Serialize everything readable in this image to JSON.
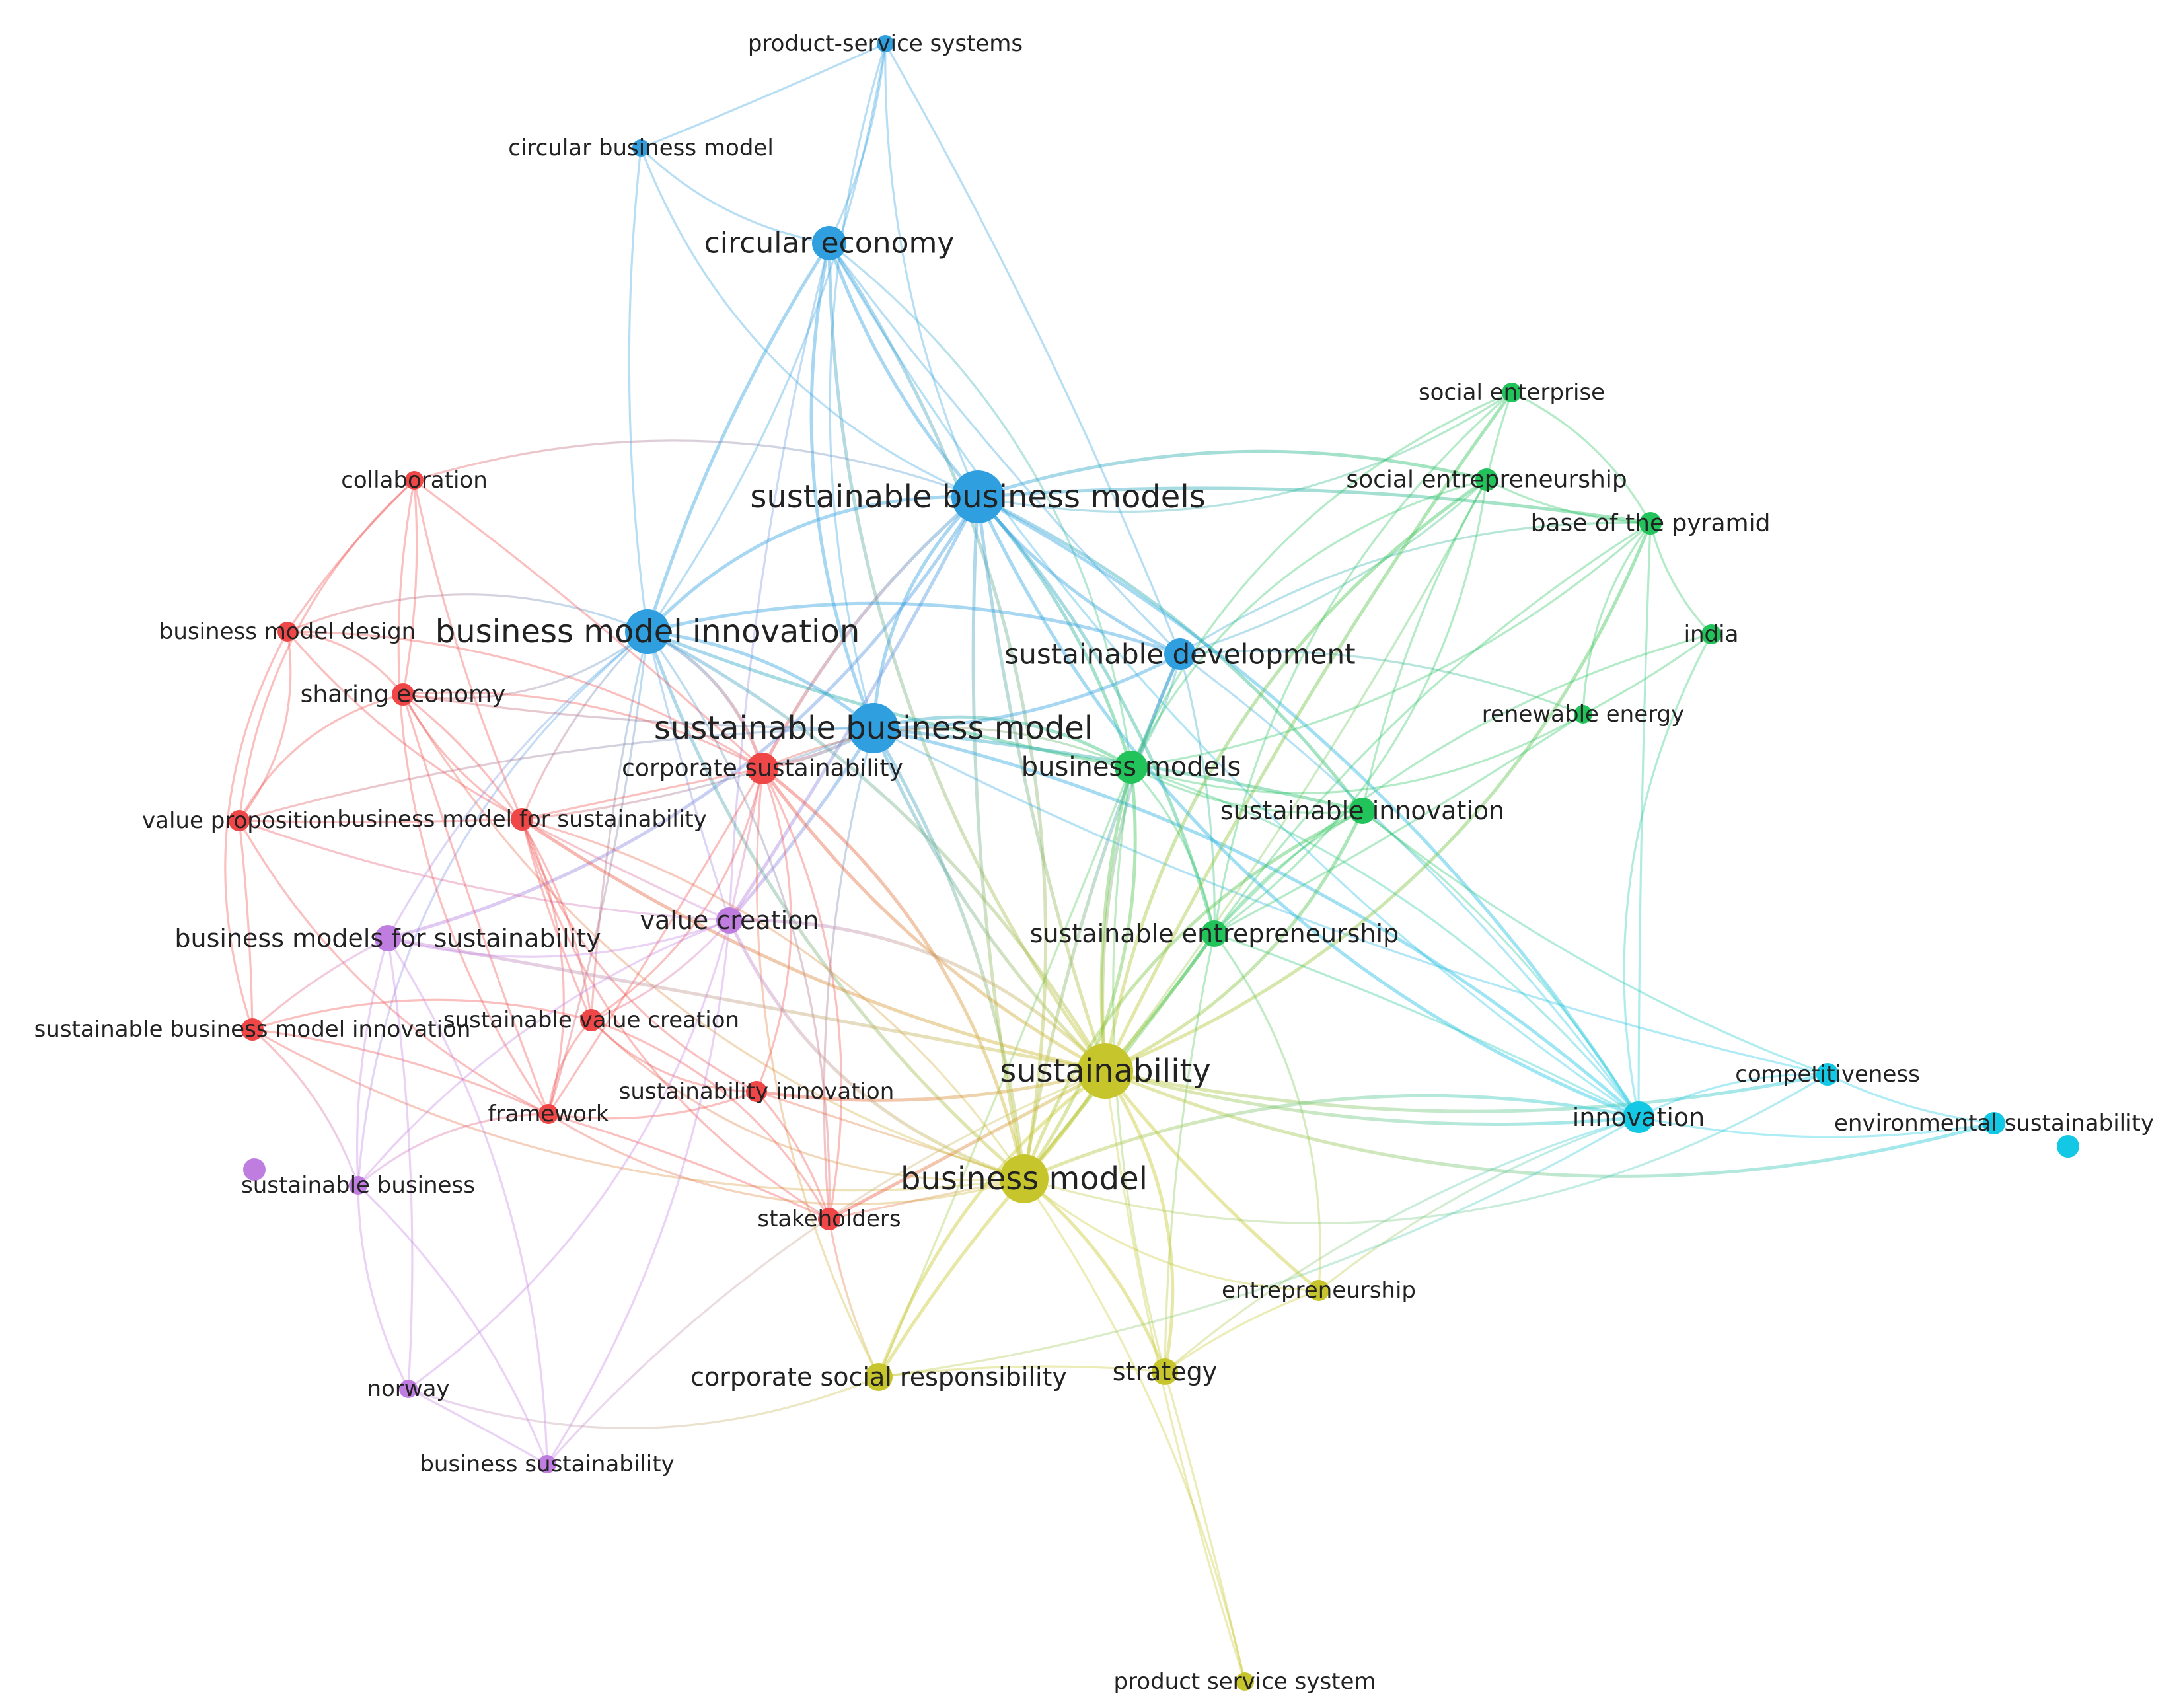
{
  "clusters": {
    "red": "#ef4747",
    "blue": "#2f9fe0",
    "green": "#22c35b",
    "yellow": "#c6c62c",
    "purple": "#c07de0",
    "cyan": "#12c8e4"
  },
  "nodes": [
    {
      "id": "product-service-systems",
      "label": "product-service systems",
      "cluster": "blue"
    },
    {
      "id": "circular-business-model",
      "label": "circular business model",
      "cluster": "blue"
    },
    {
      "id": "circular-economy",
      "label": "circular economy",
      "cluster": "blue"
    },
    {
      "id": "sustainable-business-models",
      "label": "sustainable business models",
      "cluster": "blue"
    },
    {
      "id": "business-model-innovation",
      "label": "business model innovation",
      "cluster": "blue"
    },
    {
      "id": "sustainable-development",
      "label": "sustainable development",
      "cluster": "blue"
    },
    {
      "id": "sustainable-business-model",
      "label": "sustainable business model",
      "cluster": "blue"
    },
    {
      "id": "social-enterprise",
      "label": "social enterprise",
      "cluster": "green"
    },
    {
      "id": "social-entrepreneurship",
      "label": "social entrepreneurship",
      "cluster": "green"
    },
    {
      "id": "base-of-the-pyramid",
      "label": "base of the pyramid",
      "cluster": "green"
    },
    {
      "id": "india",
      "label": "india",
      "cluster": "green"
    },
    {
      "id": "renewable-energy",
      "label": "renewable energy",
      "cluster": "green"
    },
    {
      "id": "business-models",
      "label": "business models",
      "cluster": "green"
    },
    {
      "id": "sustainable-innovation",
      "label": "sustainable innovation",
      "cluster": "green"
    },
    {
      "id": "sustainable-entrepreneurship",
      "label": "sustainable entrepreneurship",
      "cluster": "green"
    },
    {
      "id": "collaboration",
      "label": "collaboration",
      "cluster": "red"
    },
    {
      "id": "business-model-design",
      "label": "business model design",
      "cluster": "red"
    },
    {
      "id": "sharing-economy",
      "label": "sharing economy",
      "cluster": "red"
    },
    {
      "id": "corporate-sustainability",
      "label": "corporate sustainability",
      "cluster": "red"
    },
    {
      "id": "value-proposition",
      "label": "value proposition",
      "cluster": "red"
    },
    {
      "id": "business-model-for-sustainability",
      "label": "business model for sustainability",
      "cluster": "red"
    },
    {
      "id": "sustainable-business-model-innovation",
      "label": "sustainable business model innovation",
      "cluster": "red"
    },
    {
      "id": "sustainable-value-creation",
      "label": "sustainable value creation",
      "cluster": "red"
    },
    {
      "id": "framework",
      "label": "framework",
      "cluster": "red"
    },
    {
      "id": "sustainability-innovation",
      "label": "sustainability innovation",
      "cluster": "red"
    },
    {
      "id": "stakeholders",
      "label": "stakeholders",
      "cluster": "red"
    },
    {
      "id": "business-models-for-sustainability",
      "label": "business models for sustainability",
      "cluster": "purple"
    },
    {
      "id": "value-creation",
      "label": "value creation",
      "cluster": "purple"
    },
    {
      "id": "sustainable-business",
      "label": "sustainable business",
      "cluster": "purple"
    },
    {
      "id": "norway",
      "label": "norway",
      "cluster": "purple"
    },
    {
      "id": "business-sustainability",
      "label": "business sustainability",
      "cluster": "purple"
    },
    {
      "id": "sustainability",
      "label": "sustainability",
      "cluster": "yellow"
    },
    {
      "id": "business-model",
      "label": "business model",
      "cluster": "yellow"
    },
    {
      "id": "entrepreneurship",
      "label": "entrepreneurship",
      "cluster": "yellow"
    },
    {
      "id": "corporate-social-responsibility",
      "label": "corporate social responsibility",
      "cluster": "yellow"
    },
    {
      "id": "strategy",
      "label": "strategy",
      "cluster": "yellow"
    },
    {
      "id": "product-service-system",
      "label": "product service system",
      "cluster": "yellow"
    },
    {
      "id": "competitiveness",
      "label": "competitiveness",
      "cluster": "cyan"
    },
    {
      "id": "innovation",
      "label": "innovation",
      "cluster": "cyan"
    },
    {
      "id": "environmental-sustainability",
      "label": "environmental sustainability",
      "cluster": "cyan"
    }
  ],
  "links": [
    [
      "product-service-systems",
      "circular-economy"
    ],
    [
      "product-service-systems",
      "sustainable-business-models"
    ],
    [
      "product-service-systems",
      "business-model-innovation"
    ],
    [
      "product-service-systems",
      "sustainable-business-model"
    ],
    [
      "product-service-systems",
      "circular-business-model"
    ],
    [
      "product-service-systems",
      "sustainable-development"
    ],
    [
      "circular-business-model",
      "circular-economy"
    ],
    [
      "circular-business-model",
      "sustainable-business-models"
    ],
    [
      "circular-business-model",
      "business-model-innovation"
    ],
    [
      "circular-economy",
      "sustainable-business-models"
    ],
    [
      "circular-economy",
      "business-model-innovation"
    ],
    [
      "circular-economy",
      "sustainable-business-model"
    ],
    [
      "circular-economy",
      "sustainable-development"
    ],
    [
      "circular-economy",
      "business-models"
    ],
    [
      "circular-economy",
      "sustainability"
    ],
    [
      "circular-economy",
      "business-model"
    ],
    [
      "circular-economy",
      "value-creation"
    ],
    [
      "circular-economy",
      "innovation"
    ],
    [
      "sustainable-business-models",
      "business-model-innovation"
    ],
    [
      "sustainable-business-models",
      "sustainable-development"
    ],
    [
      "sustainable-business-models",
      "sustainable-business-model"
    ],
    [
      "sustainable-business-models",
      "business-models"
    ],
    [
      "sustainable-business-models",
      "sustainability"
    ],
    [
      "sustainable-business-models",
      "business-model"
    ],
    [
      "sustainable-business-models",
      "social-enterprise"
    ],
    [
      "sustainable-business-models",
      "social-entrepreneurship"
    ],
    [
      "sustainable-business-models",
      "base-of-the-pyramid"
    ],
    [
      "sustainable-business-models",
      "sustainable-innovation"
    ],
    [
      "sustainable-business-models",
      "corporate-sustainability"
    ],
    [
      "sustainable-business-models",
      "collaboration"
    ],
    [
      "sustainable-business-models",
      "value-creation"
    ],
    [
      "sustainable-business-models",
      "sustainable-entrepreneurship"
    ],
    [
      "sustainable-business-models",
      "innovation"
    ],
    [
      "sustainable-business-models",
      "business-models-for-sustainability"
    ],
    [
      "business-model-innovation",
      "sustainable-business-model"
    ],
    [
      "business-model-innovation",
      "sustainable-development"
    ],
    [
      "business-model-innovation",
      "sustainability"
    ],
    [
      "business-model-innovation",
      "business-model"
    ],
    [
      "business-model-innovation",
      "sharing-economy"
    ],
    [
      "business-model-innovation",
      "business-model-design"
    ],
    [
      "business-model-innovation",
      "corporate-sustainability"
    ],
    [
      "business-model-innovation",
      "business-model-for-sustainability"
    ],
    [
      "business-model-innovation",
      "business-models-for-sustainability"
    ],
    [
      "business-model-innovation",
      "value-creation"
    ],
    [
      "business-model-innovation",
      "sustainable-value-creation"
    ],
    [
      "business-model-innovation",
      "framework"
    ],
    [
      "business-model-innovation",
      "sustainable-business"
    ],
    [
      "business-model-innovation",
      "business-models"
    ],
    [
      "business-model-innovation",
      "stakeholders"
    ],
    [
      "sustainable-development",
      "sustainable-business-model"
    ],
    [
      "sustainable-development",
      "business-models"
    ],
    [
      "sustainable-development",
      "sustainability"
    ],
    [
      "sustainable-development",
      "business-model"
    ],
    [
      "sustainable-development",
      "social-entrepreneurship"
    ],
    [
      "sustainable-development",
      "base-of-the-pyramid"
    ],
    [
      "sustainable-development",
      "innovation"
    ],
    [
      "sustainable-development",
      "sustainable-entrepreneurship"
    ],
    [
      "sustainable-development",
      "renewable-energy"
    ],
    [
      "sustainable-business-model",
      "business-models"
    ],
    [
      "sustainable-business-model",
      "sustainability"
    ],
    [
      "sustainable-business-model",
      "business-model"
    ],
    [
      "sustainable-business-model",
      "corporate-sustainability"
    ],
    [
      "sustainable-business-model",
      "value-creation"
    ],
    [
      "sustainable-business-model",
      "sustainable-innovation"
    ],
    [
      "sustainable-business-model",
      "innovation"
    ],
    [
      "sustainable-business-model",
      "stakeholders"
    ],
    [
      "sustainable-business-model",
      "business-model-for-sustainability"
    ],
    [
      "sustainable-business-model",
      "sharing-economy"
    ],
    [
      "sustainable-business-model",
      "value-proposition"
    ],
    [
      "sustainable-business-model",
      "competitiveness"
    ],
    [
      "social-enterprise",
      "social-entrepreneurship"
    ],
    [
      "social-enterprise",
      "base-of-the-pyramid"
    ],
    [
      "social-enterprise",
      "business-models"
    ],
    [
      "social-enterprise",
      "sustainable-entrepreneurship"
    ],
    [
      "social-enterprise",
      "sustainability"
    ],
    [
      "social-entrepreneurship",
      "base-of-the-pyramid"
    ],
    [
      "social-entrepreneurship",
      "business-models"
    ],
    [
      "social-entrepreneurship",
      "sustainable-entrepreneurship"
    ],
    [
      "social-entrepreneurship",
      "sustainable-innovation"
    ],
    [
      "social-entrepreneurship",
      "sustainability"
    ],
    [
      "social-entrepreneurship",
      "business-model"
    ],
    [
      "base-of-the-pyramid",
      "india"
    ],
    [
      "base-of-the-pyramid",
      "renewable-energy"
    ],
    [
      "base-of-the-pyramid",
      "business-models"
    ],
    [
      "base-of-the-pyramid",
      "sustainable-entrepreneurship"
    ],
    [
      "base-of-the-pyramid",
      "innovation"
    ],
    [
      "base-of-the-pyramid",
      "sustainability"
    ],
    [
      "india",
      "renewable-energy"
    ],
    [
      "india",
      "sustainable-entrepreneurship"
    ],
    [
      "india",
      "innovation"
    ],
    [
      "renewable-energy",
      "business-models"
    ],
    [
      "renewable-energy",
      "sustainable-entrepreneurship"
    ],
    [
      "business-models",
      "sustainable-innovation"
    ],
    [
      "business-models",
      "sustainable-entrepreneurship"
    ],
    [
      "business-models",
      "sustainability"
    ],
    [
      "business-models",
      "business-model"
    ],
    [
      "business-models",
      "innovation"
    ],
    [
      "business-models",
      "strategy"
    ],
    [
      "business-models",
      "corporate-social-responsibility"
    ],
    [
      "sustainable-innovation",
      "sustainable-entrepreneurship"
    ],
    [
      "sustainable-innovation",
      "sustainability"
    ],
    [
      "sustainable-innovation",
      "competitiveness"
    ],
    [
      "sustainable-innovation",
      "innovation"
    ],
    [
      "sustainable-innovation",
      "business-model"
    ],
    [
      "sustainable-entrepreneurship",
      "sustainability"
    ],
    [
      "sustainable-entrepreneurship",
      "business-model"
    ],
    [
      "sustainable-entrepreneurship",
      "innovation"
    ],
    [
      "sustainable-entrepreneurship",
      "entrepreneurship"
    ],
    [
      "sustainable-entrepreneurship",
      "strategy"
    ],
    [
      "collaboration",
      "business-model-design"
    ],
    [
      "collaboration",
      "sharing-economy"
    ],
    [
      "collaboration",
      "value-proposition"
    ],
    [
      "collaboration",
      "business-model-for-sustainability"
    ],
    [
      "collaboration",
      "corporate-sustainability"
    ],
    [
      "collaboration",
      "framework"
    ],
    [
      "business-model-design",
      "sharing-economy"
    ],
    [
      "business-model-design",
      "value-proposition"
    ],
    [
      "business-model-design",
      "business-model-for-sustainability"
    ],
    [
      "business-model-design",
      "sustainable-business-model-innovation"
    ],
    [
      "business-model-design",
      "corporate-sustainability"
    ],
    [
      "sharing-economy",
      "value-proposition"
    ],
    [
      "sharing-economy",
      "business-model-for-sustainability"
    ],
    [
      "sharing-economy",
      "corporate-sustainability"
    ],
    [
      "sharing-economy",
      "sustainable-value-creation"
    ],
    [
      "sharing-economy",
      "framework"
    ],
    [
      "sharing-economy",
      "business-model"
    ],
    [
      "corporate-sustainability",
      "business-model-for-sustainability"
    ],
    [
      "corporate-sustainability",
      "value-creation"
    ],
    [
      "corporate-sustainability",
      "sustainable-value-creation"
    ],
    [
      "corporate-sustainability",
      "sustainability-innovation"
    ],
    [
      "corporate-sustainability",
      "stakeholders"
    ],
    [
      "corporate-sustainability",
      "framework"
    ],
    [
      "corporate-sustainability",
      "sustainability"
    ],
    [
      "corporate-sustainability",
      "business-model"
    ],
    [
      "corporate-sustainability",
      "corporate-social-responsibility"
    ],
    [
      "corporate-sustainability",
      "business-models"
    ],
    [
      "value-proposition",
      "business-model-for-sustainability"
    ],
    [
      "value-proposition",
      "sustainable-business-model-innovation"
    ],
    [
      "value-proposition",
      "value-creation"
    ],
    [
      "value-proposition",
      "framework"
    ],
    [
      "business-model-for-sustainability",
      "sustainable-value-creation"
    ],
    [
      "business-model-for-sustainability",
      "framework"
    ],
    [
      "business-model-for-sustainability",
      "stakeholders"
    ],
    [
      "business-model-for-sustainability",
      "sustainability-innovation"
    ],
    [
      "business-model-for-sustainability",
      "value-creation"
    ],
    [
      "business-model-for-sustainability",
      "business-model"
    ],
    [
      "business-model-for-sustainability",
      "sustainability"
    ],
    [
      "sustainable-business-model-innovation",
      "business-models-for-sustainability"
    ],
    [
      "sustainable-business-model-innovation",
      "sustainable-value-creation"
    ],
    [
      "sustainable-business-model-innovation",
      "framework"
    ],
    [
      "sustainable-business-model-innovation",
      "sustainable-business"
    ],
    [
      "sustainable-business-model-innovation",
      "business-model"
    ],
    [
      "sustainable-value-creation",
      "framework"
    ],
    [
      "sustainable-value-creation",
      "value-creation"
    ],
    [
      "sustainable-value-creation",
      "sustainability-innovation"
    ],
    [
      "sustainable-value-creation",
      "stakeholders"
    ],
    [
      "sustainable-value-creation",
      "business-model"
    ],
    [
      "framework",
      "sustainability-innovation"
    ],
    [
      "framework",
      "stakeholders"
    ],
    [
      "framework",
      "business-model"
    ],
    [
      "framework",
      "sustainable-business"
    ],
    [
      "sustainability-innovation",
      "stakeholders"
    ],
    [
      "sustainability-innovation",
      "business-model"
    ],
    [
      "sustainability-innovation",
      "sustainability"
    ],
    [
      "stakeholders",
      "business-model"
    ],
    [
      "stakeholders",
      "sustainability"
    ],
    [
      "stakeholders",
      "corporate-social-responsibility"
    ],
    [
      "business-models-for-sustainability",
      "value-creation"
    ],
    [
      "business-models-for-sustainability",
      "sustainable-business"
    ],
    [
      "business-models-for-sustainability",
      "norway"
    ],
    [
      "business-models-for-sustainability",
      "business-sustainability"
    ],
    [
      "business-models-for-sustainability",
      "sustainability"
    ],
    [
      "value-creation",
      "sustainable-business"
    ],
    [
      "value-creation",
      "business-sustainability"
    ],
    [
      "value-creation",
      "sustainability"
    ],
    [
      "value-creation",
      "business-model"
    ],
    [
      "value-creation",
      "norway"
    ],
    [
      "sustainable-business",
      "norway"
    ],
    [
      "sustainable-business",
      "business-sustainability"
    ],
    [
      "norway",
      "corporate-social-responsibility"
    ],
    [
      "norway",
      "business-sustainability"
    ],
    [
      "business-sustainability",
      "sustainability"
    ],
    [
      "sustainability",
      "business-model"
    ],
    [
      "sustainability",
      "entrepreneurship"
    ],
    [
      "sustainability",
      "corporate-social-responsibility"
    ],
    [
      "sustainability",
      "strategy"
    ],
    [
      "sustainability",
      "product-service-system"
    ],
    [
      "sustainability",
      "innovation"
    ],
    [
      "sustainability",
      "competitiveness"
    ],
    [
      "sustainability",
      "environmental-sustainability"
    ],
    [
      "business-model",
      "entrepreneurship"
    ],
    [
      "business-model",
      "corporate-social-responsibility"
    ],
    [
      "business-model",
      "strategy"
    ],
    [
      "business-model",
      "product-service-system"
    ],
    [
      "business-model",
      "innovation"
    ],
    [
      "business-model",
      "competitiveness"
    ],
    [
      "entrepreneurship",
      "strategy"
    ],
    [
      "entrepreneurship",
      "innovation"
    ],
    [
      "corporate-social-responsibility",
      "strategy"
    ],
    [
      "corporate-social-responsibility",
      "innovation"
    ],
    [
      "strategy",
      "innovation"
    ],
    [
      "strategy",
      "product-service-system"
    ],
    [
      "competitiveness",
      "innovation"
    ],
    [
      "competitiveness",
      "environmental-sustainability"
    ],
    [
      "innovation",
      "environmental-sustainability"
    ],
    [
      "innovation",
      "sustainable-business-models"
    ]
  ]
}
